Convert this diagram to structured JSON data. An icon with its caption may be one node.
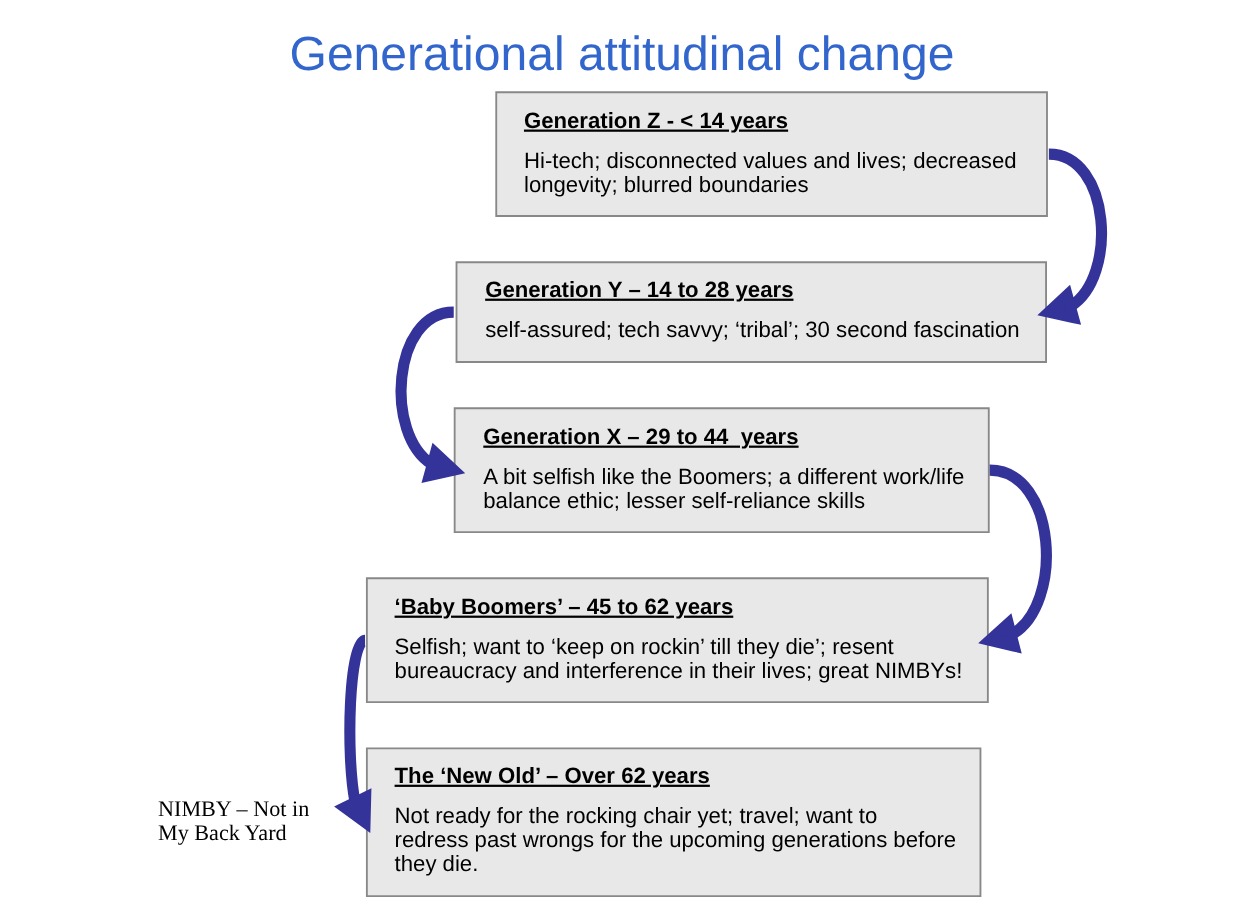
{
  "diagram": {
    "title": "Generational attitudinal change",
    "nodes": [
      {
        "text": [
          "Generation Z - < 14 years",
          "Hi-tech; disconnected values and lives; decreased longevity; blurred boundaries"
        ]
      },
      {
        "text": [
          "Generation Y – 14 to 28 years",
          "self-assured; tech savvy; ‘tribal’; 30 second fascination"
        ]
      },
      {
        "text": [
          "Generation X – 29 to 44  years",
          "A bit selfish like the Boomers; a different work/life balance ethic; lesser self-reliance skills"
        ]
      },
      {
        "text": [
          "‘Baby Boomers’ – 45 to 62 years",
          "Selfish; want to ‘keep on rockin’ till they die’; resent bureaucracy and interference in their lives; great NIMBYs!"
        ]
      },
      {
        "text": [
          "The ‘New Old’ – Over 62 years",
          "Not ready for the rocking chair yet; travel; want to redress past wrongs for the upcoming generations before they die."
        ]
      }
    ],
    "edges": [
      {
        "from": 0,
        "to": 1,
        "arrow": "to"
      },
      {
        "from": 1,
        "to": 2,
        "arrow": "to"
      },
      {
        "from": 2,
        "to": 3,
        "arrow": "to"
      },
      {
        "from": 3,
        "to": 4,
        "arrow": "to"
      }
    ],
    "labels": [
      "NIMBY – Not in My Back Yard"
    ]
  }
}
